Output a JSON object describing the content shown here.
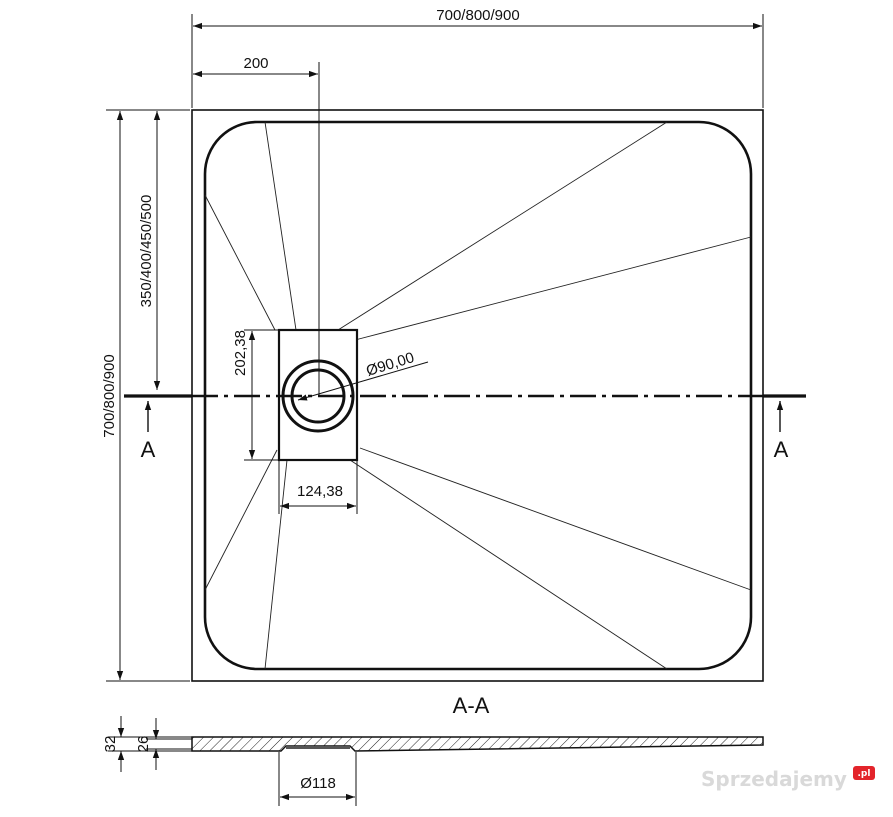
{
  "dimensions": {
    "overall_width": "700/800/900",
    "drain_offset_x": "200",
    "overall_height": "700/800/900",
    "drain_offset_y": "350/400/450/500",
    "drain_cover_height": "202,38",
    "drain_cover_width": "124,38",
    "drain_diameter": "Ø90,00",
    "profile_height_total": "32",
    "profile_height_inner": "26",
    "outlet_diameter": "Ø118"
  },
  "section": {
    "marker_left": "A",
    "marker_right": "A",
    "title": "A-A"
  },
  "watermark": {
    "text": "Sprzedajemy",
    "badge": ".pl",
    "badge_color": "#e3242b"
  }
}
